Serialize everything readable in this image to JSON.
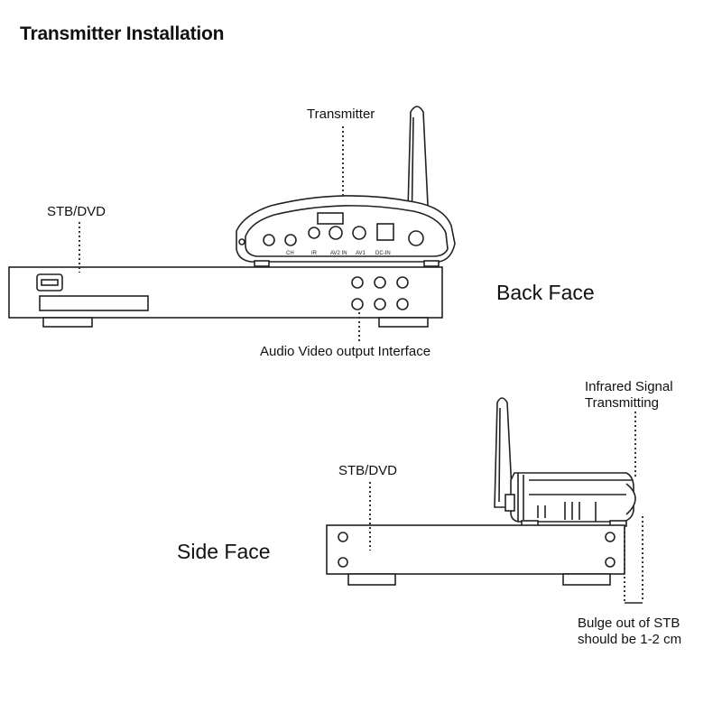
{
  "title": "Transmitter Installation",
  "back_view": {
    "face_label": "Back Face",
    "transmitter_label": "Transmitter",
    "stb_label": "STB/DVD",
    "av_output_label": "Audio Video output Interface",
    "port_labels": [
      "CH",
      "IR",
      "AV2 IN",
      "AV1",
      "DC-IN"
    ]
  },
  "side_view": {
    "face_label": "Side Face",
    "stb_label": "STB/DVD",
    "infrared_label_line1": "Infrared Signal",
    "infrared_label_line2": "Transmitting",
    "bulge_label_line1": "Bulge out of STB",
    "bulge_label_line2": "should be 1-2 cm"
  },
  "colors": {
    "line": "#222222",
    "background": "#ffffff"
  }
}
